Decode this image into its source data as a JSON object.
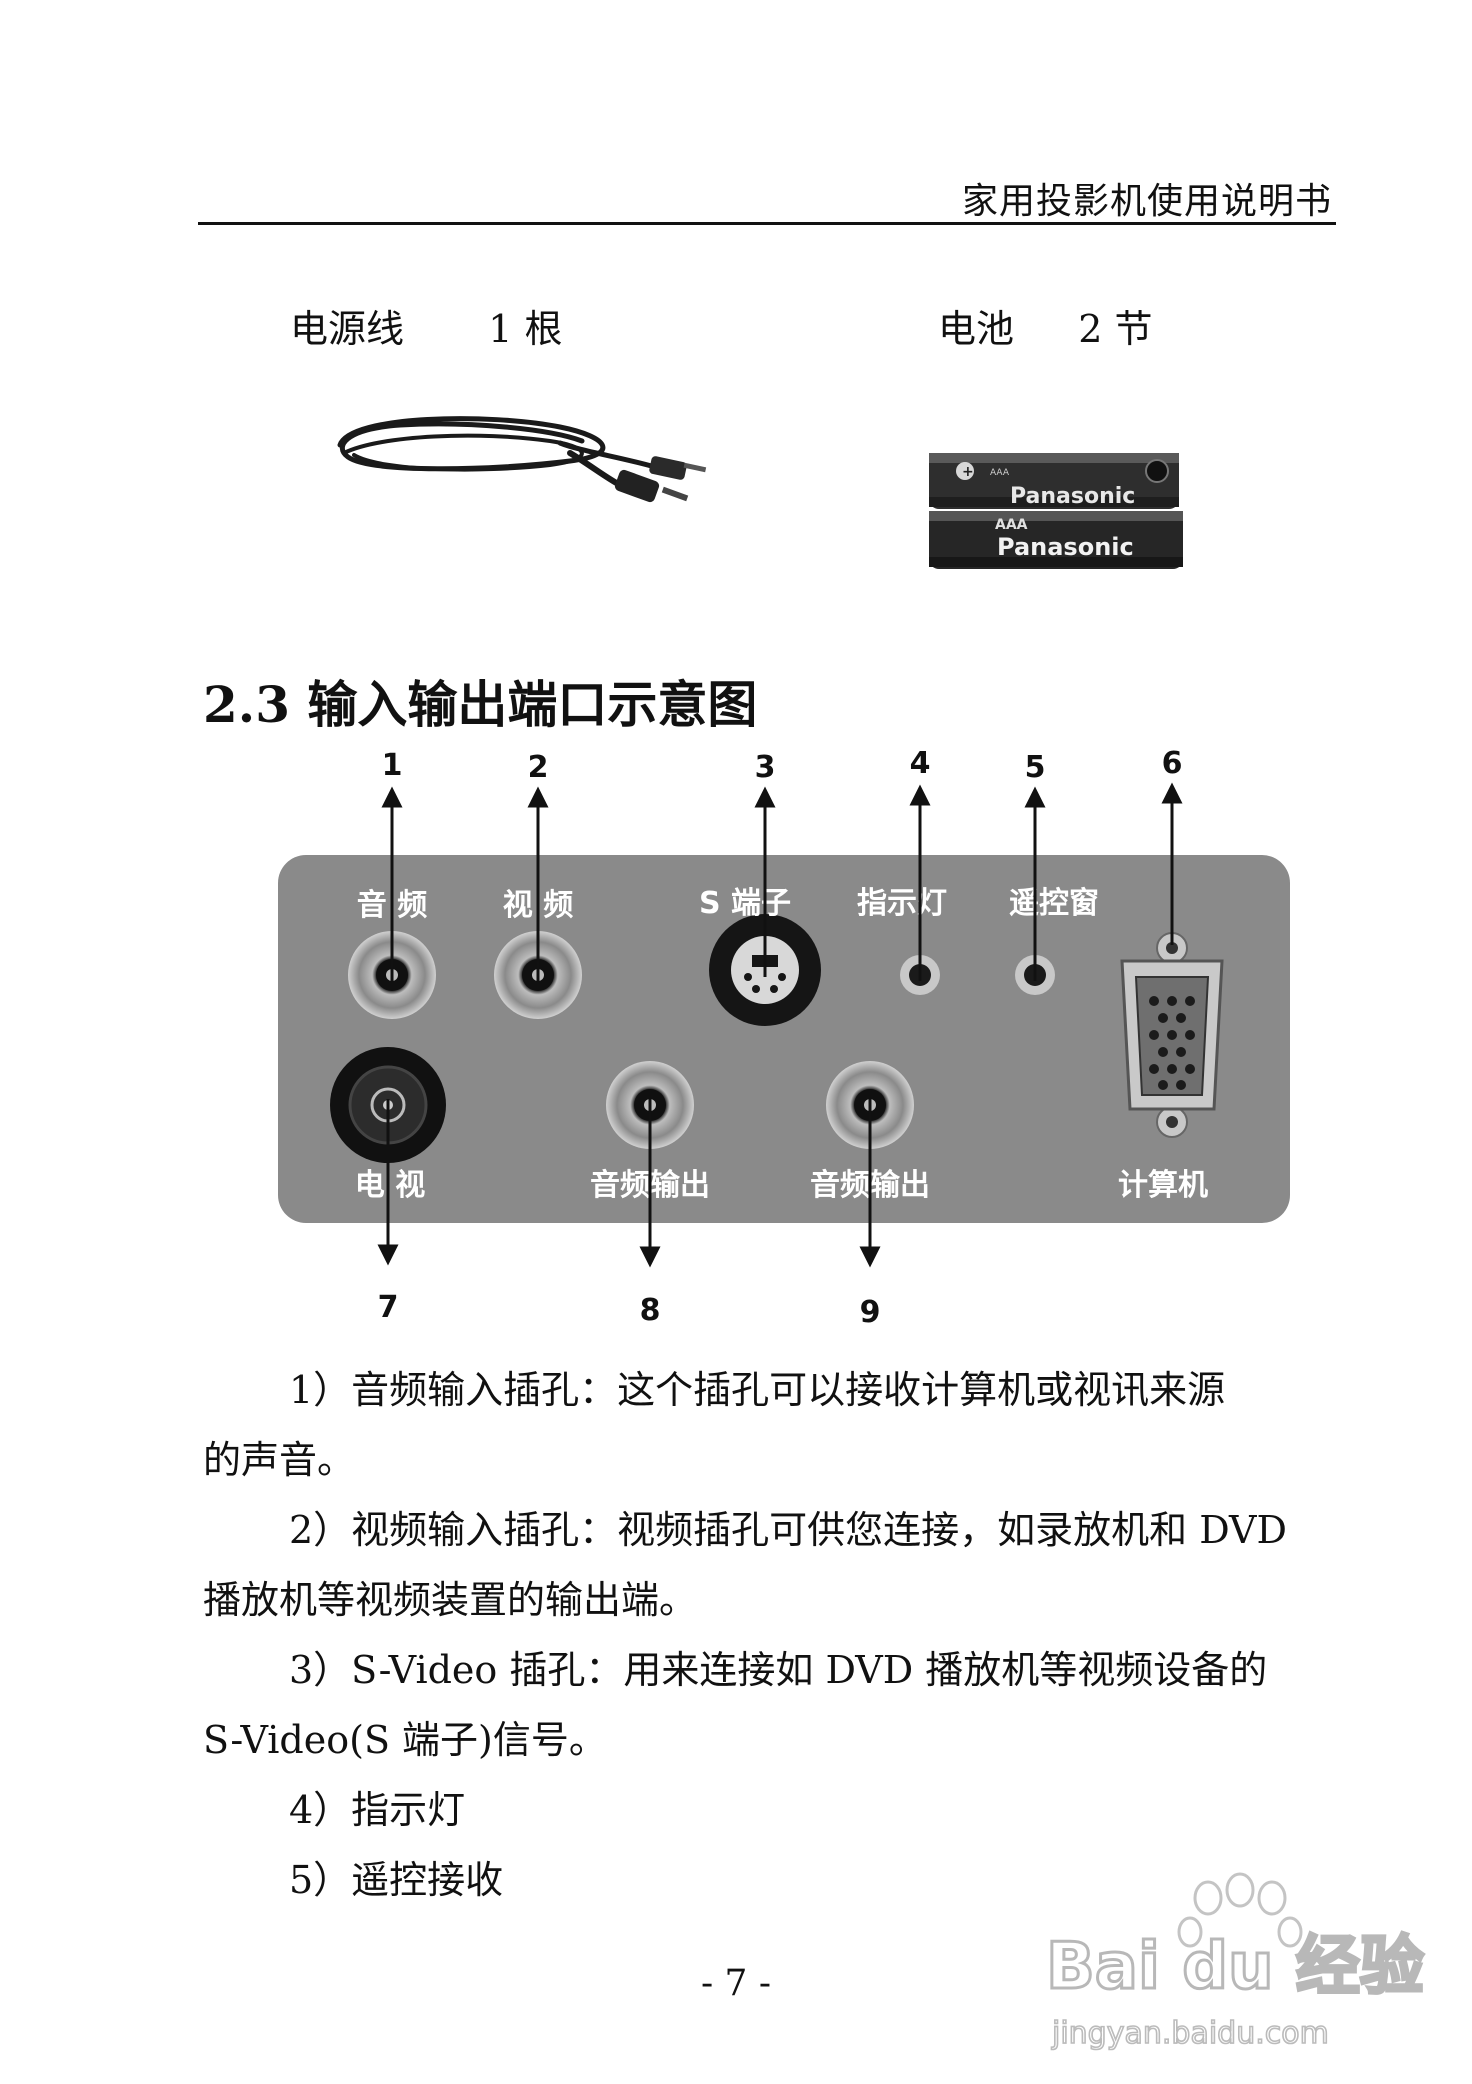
{
  "header": {
    "title": "家用投影机使用说明书"
  },
  "accessories": [
    {
      "name": "电源线",
      "qty": "1 根"
    },
    {
      "name": "电池",
      "qty": "2 节"
    }
  ],
  "battery_print": {
    "brand": "Panasonic",
    "size": "AAA"
  },
  "section": {
    "title": "2.3 输入输出端口示意图"
  },
  "diagram": {
    "numbers": [
      "1",
      "2",
      "3",
      "4",
      "5",
      "6",
      "7",
      "8",
      "9"
    ],
    "labels": {
      "audio": "音 频",
      "video": "视 频",
      "s_terminal": "S 端子",
      "indicator": "指示灯",
      "remote": "遥控窗",
      "tv": "电 视",
      "audio_out_1": "音频输出",
      "audio_out_2": "音频输出",
      "computer": "计算机"
    },
    "colors": {
      "panel": "#8a8a8a",
      "port_dark": "#151515",
      "ring": "#cfcfcf"
    }
  },
  "items": [
    {
      "line1": "1）音频输入插孔：这个插孔可以接收计算机或视讯来源",
      "line2": "的声音。"
    },
    {
      "line1": "2）视频输入插孔：视频插孔可供您连接，如录放机和 DVD",
      "line2": "播放机等视频装置的输出端。"
    },
    {
      "line1": "3）S-Video  插孔：用来连接如 DVD  播放机等视频设备的",
      "line2": "S-Video(S  端子)信号。"
    },
    {
      "line1": "4）指示灯"
    },
    {
      "line1": "5）遥控接收"
    }
  ],
  "page_number": "- 7 -",
  "watermark": {
    "brand": "Bai du 经验",
    "url": "jingyan.baidu.com"
  }
}
